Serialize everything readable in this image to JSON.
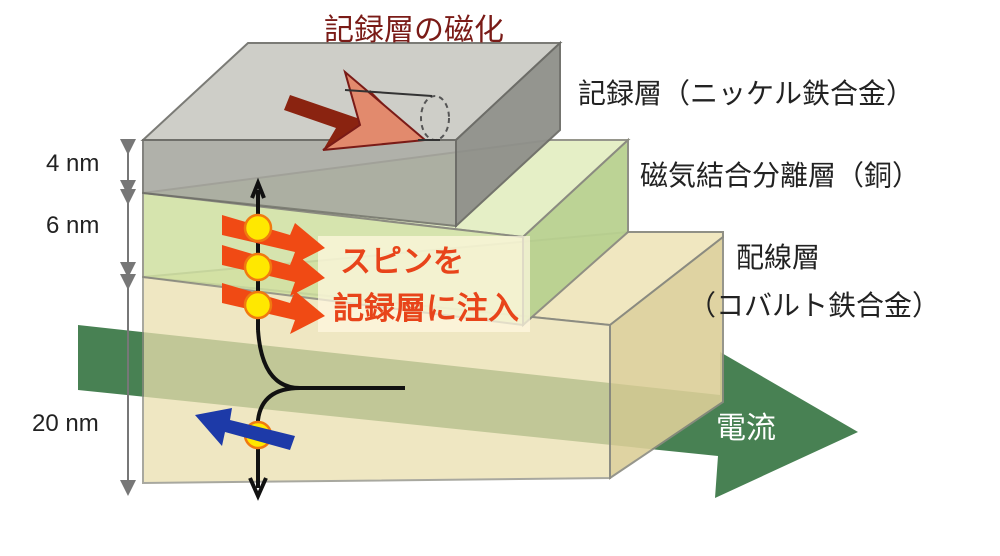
{
  "title": "記録層の磁化",
  "labels": {
    "recording_layer": "記録層（ニッケル鉄合金）",
    "coupling_layer": "磁気結合分離層（銅）",
    "wiring_layer_line1": "配線層",
    "wiring_layer_line2": "（コバルト鉄合金）",
    "spin_line1": "スピンを",
    "spin_line2": "記録層に注入",
    "current": "電流"
  },
  "dimensions": {
    "recording_thickness": "4 nm",
    "coupling_thickness": "6 nm",
    "wiring_thickness": "20 nm"
  },
  "colors": {
    "recording_layer": "#a3a49c",
    "coupling_layer": "#cfe0a0",
    "wiring_layer": "#eadfae",
    "current_arrow": "#3e7a4a",
    "spin_arrow": "#f04a14",
    "magnetization_arrow": "#8a2310",
    "electron": "#ffe800",
    "reflected_spin": "#1d3aa8",
    "title_text": "#7a1b17",
    "spin_text": "#e8441a"
  }
}
